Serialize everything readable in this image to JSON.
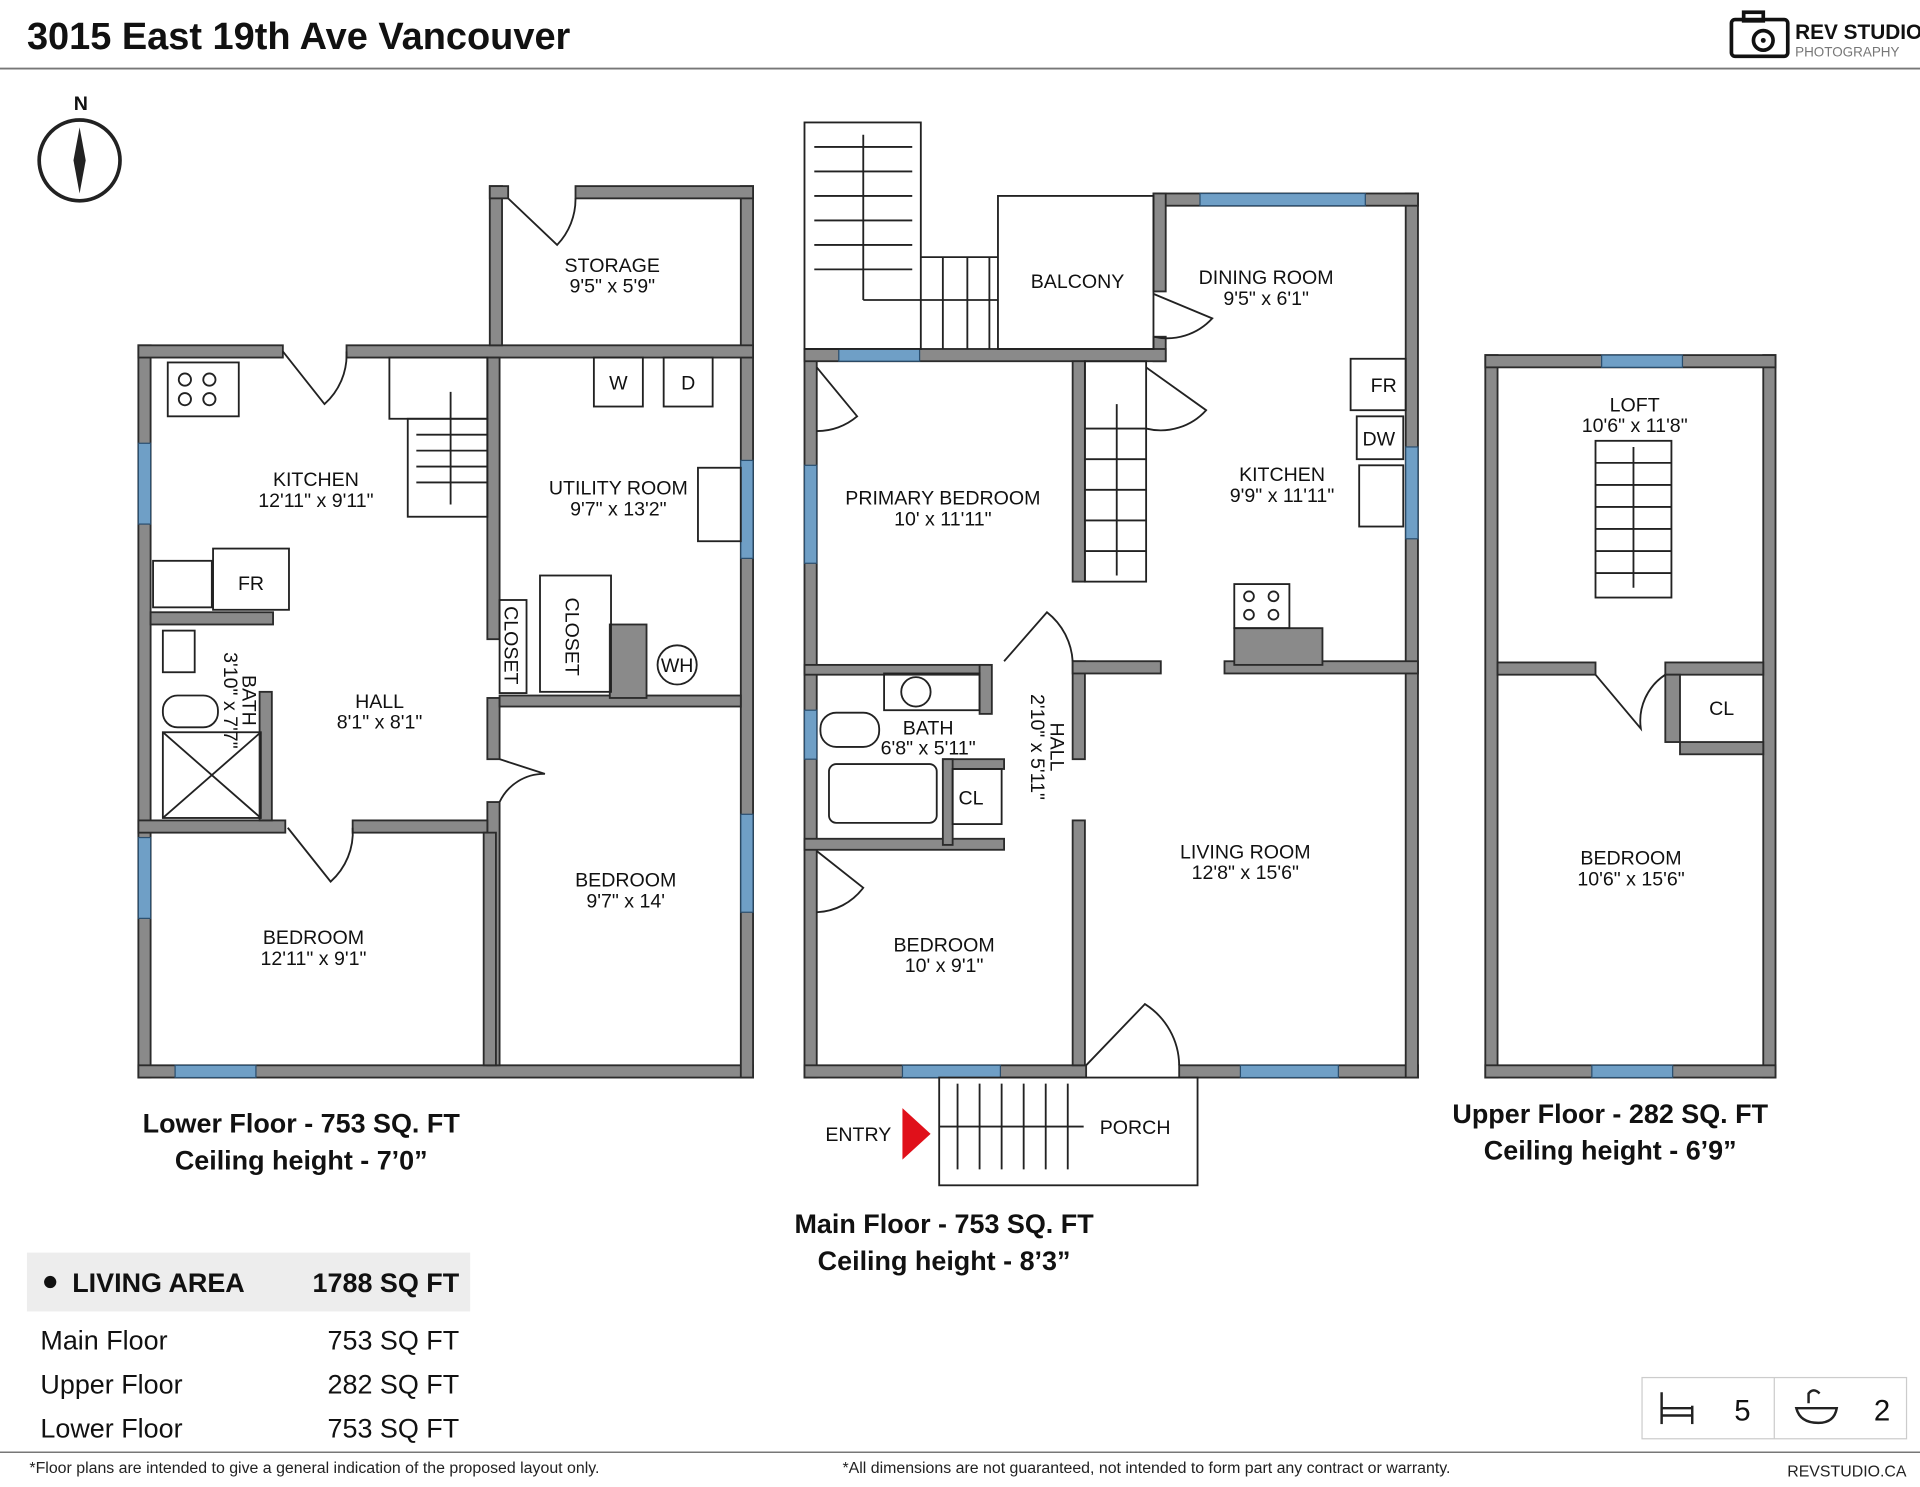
{
  "header": {
    "title": "3015 East 19th Ave Vancouver",
    "logo_main": "REV STUDIO",
    "logo_sub": "PHOTOGRAPHY",
    "compass": "N"
  },
  "lower_floor": {
    "rooms": [
      {
        "name": "STORAGE",
        "dims": "9'5\" x 5'9\""
      },
      {
        "name": "KITCHEN",
        "dims": "12'11\" x 9'11\""
      },
      {
        "name": "UTILITY ROOM",
        "dims": "9'7\" x 13'2\""
      },
      {
        "name": "HALL",
        "dims": "8'1\" x 8'1\""
      },
      {
        "name": "BATH",
        "dims": "3'10\" x 7'7\""
      },
      {
        "name": "BEDROOM",
        "dims": "12'11\" x 9'1\""
      },
      {
        "name": "BEDROOM",
        "dims": "9'7\" x 14'"
      }
    ],
    "fixtures": {
      "closet1": "CLOSET",
      "closet2": "CLOSET",
      "fr": "FR",
      "w": "W",
      "d": "D",
      "wh": "WH"
    },
    "caption1": "Lower Floor - 753 SQ. FT",
    "caption2": "Ceiling height - 7’0”"
  },
  "main_floor": {
    "rooms": [
      {
        "name": "BALCONY",
        "dims": ""
      },
      {
        "name": "DINING ROOM",
        "dims": "9'5\" x 6'1\""
      },
      {
        "name": "PRIMARY BEDROOM",
        "dims": "10' x 11'11\""
      },
      {
        "name": "KITCHEN",
        "dims": "9'9\" x 11'11\""
      },
      {
        "name": "BATH",
        "dims": "6'8\" x 5'11\""
      },
      {
        "name": "HALL",
        "dims": "2'10\" x 5'11\""
      },
      {
        "name": "LIVING ROOM",
        "dims": "12'8\" x 15'6\""
      },
      {
        "name": "BEDROOM",
        "dims": "10' x 9'1\""
      },
      {
        "name": "PORCH",
        "dims": ""
      }
    ],
    "fixtures": {
      "fr": "FR",
      "dw": "DW",
      "cl": "CL",
      "entry": "ENTRY"
    },
    "caption1": "Main Floor - 753 SQ. FT",
    "caption2": "Ceiling height - 8’3”"
  },
  "upper_floor": {
    "rooms": [
      {
        "name": "LOFT",
        "dims": "10'6\" x 11'8\""
      },
      {
        "name": "BEDROOM",
        "dims": "10'6\" x 15'6\""
      }
    ],
    "fixtures": {
      "cl": "CL"
    },
    "caption1": "Upper Floor - 282 SQ. FT",
    "caption2": "Ceiling height - 6’9”"
  },
  "summary": {
    "header_label": "LIVING AREA",
    "header_value": "1788 SQ FT",
    "rows": [
      {
        "label": "Main Floor",
        "value": "753 SQ FT"
      },
      {
        "label": "Upper Floor",
        "value": "282 SQ FT"
      },
      {
        "label": "Lower Floor",
        "value": "753 SQ FT"
      }
    ]
  },
  "counts": {
    "bedrooms": "5",
    "bathrooms": "2",
    "bed_icon": "bed-icon",
    "bath_icon": "bathtub-icon"
  },
  "footer": {
    "note_left": "*Floor plans are intended to give a general indication of the proposed layout only.",
    "note_right": "*All dimensions are not guaranteed, not intended to form part any contract or warranty.",
    "website": "REVSTUDIO.CA"
  },
  "colors": {
    "wall": "#8a8a8a",
    "window": "#6f9fc6",
    "entry_arrow": "#e0101a",
    "summary_bg": "#ededed"
  }
}
